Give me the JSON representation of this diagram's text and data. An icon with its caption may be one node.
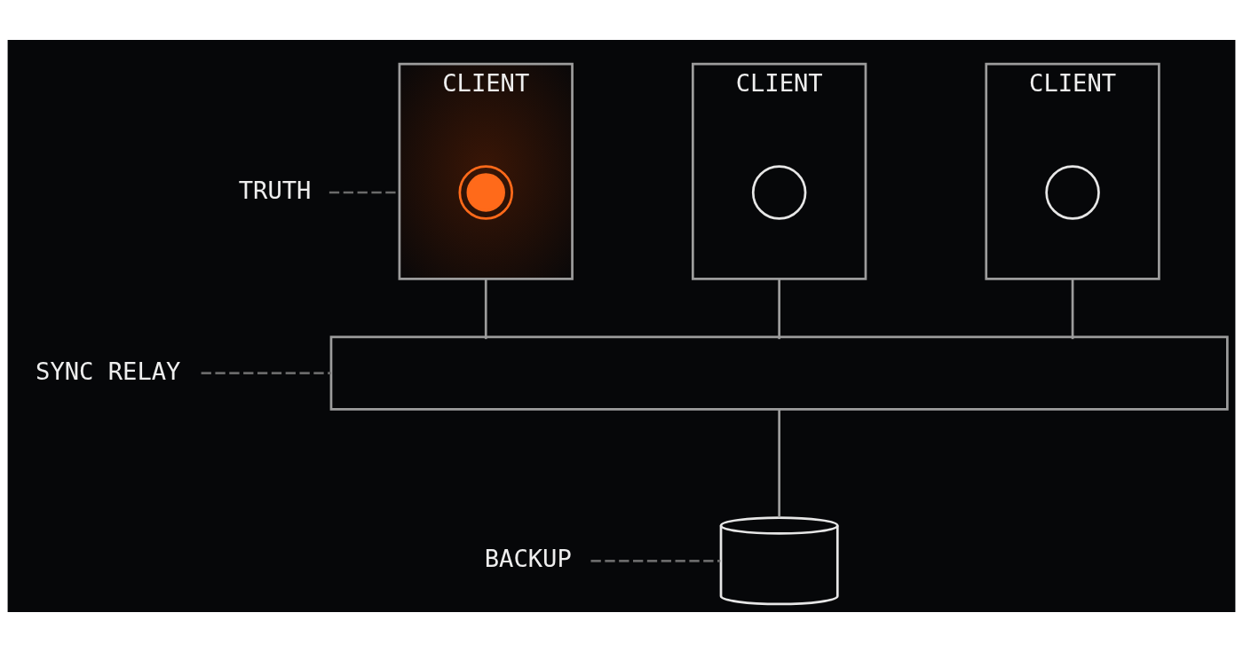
{
  "diagram": {
    "nodes": [
      {
        "text": [
          "CLIENT"
        ]
      },
      {
        "text": [],
        "shape": "circle",
        "in": 0
      },
      {
        "text": [
          "CLIENT"
        ]
      },
      {
        "text": [],
        "shape": "circle",
        "in": 2
      },
      {
        "text": [
          "CLIENT"
        ]
      },
      {
        "text": [],
        "shape": "circle",
        "in": 4
      },
      {
        "text": [
          "TRUTH"
        ]
      },
      {
        "text": [],
        "shape": "bar"
      },
      {
        "text": [
          "SYNC RELAY"
        ]
      },
      {
        "text": [],
        "shape": "cylinder"
      },
      {
        "text": [
          "BACKUP"
        ]
      }
    ],
    "edges": [
      {
        "from": 6,
        "to": 0,
        "arrow": "none",
        "style": "dashed"
      },
      {
        "from": 0,
        "to": 7,
        "arrow": "none"
      },
      {
        "from": 2,
        "to": 7,
        "arrow": "none"
      },
      {
        "from": 4,
        "to": 7,
        "arrow": "none"
      },
      {
        "from": 8,
        "to": 7,
        "arrow": "none",
        "style": "dashed"
      },
      {
        "from": 7,
        "to": 9,
        "arrow": "none"
      },
      {
        "from": 10,
        "to": 9,
        "arrow": "none",
        "style": "dashed"
      }
    ]
  }
}
